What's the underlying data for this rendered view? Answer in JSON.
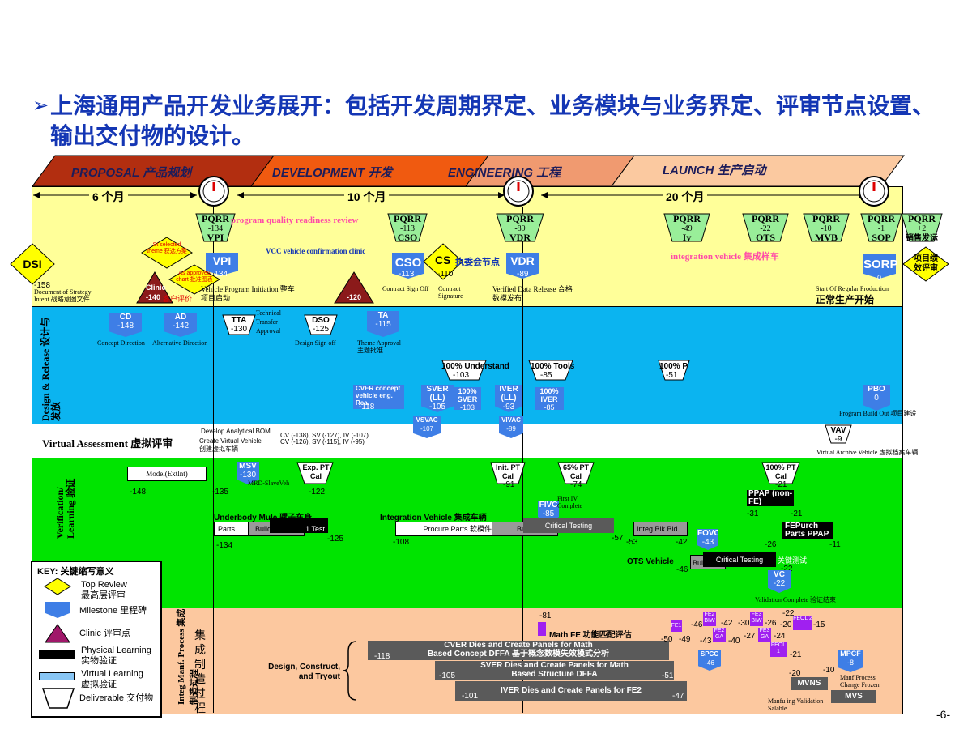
{
  "header": {
    "title": "上海通用产品开发业务展开：包括开发周期界定、业务模块与业务界定、评审节点设置、输出交付物的设计。"
  },
  "phases": [
    {
      "label": "PROPOSAL 产品规划",
      "color": "#b22e10"
    },
    {
      "label": "DEVELOPMENT 开发",
      "color": "#f05a10"
    },
    {
      "label": "ENGINEERING 工程",
      "color": "#f09a70"
    },
    {
      "label": "LAUNCH 生产启动",
      "color": "#fbc9a0"
    }
  ],
  "durations": [
    "6 个月",
    "10 个月",
    "20 个月"
  ],
  "top": {
    "quality_note": "program quality readiness review",
    "vcc_note": "VCC vehicle confirmation clinic",
    "integration_note": "integration vehicle 集成样车",
    "cs_note": "执委会节点",
    "pqrr": [
      {
        "n": "-134",
        "code": "VPI"
      },
      {
        "n": "-113",
        "code": "CSO"
      },
      {
        "n": "-89",
        "code": "VDR"
      },
      {
        "n": "-49",
        "code": "Iv"
      },
      {
        "n": "-22",
        "code": "OTS"
      },
      {
        "n": "-10",
        "code": "MVB"
      },
      {
        "n": "-1",
        "code": "SOP"
      },
      {
        "n": "+2",
        "code": "销售发运"
      }
    ],
    "dsi": "DSI",
    "dsi_num": "-158",
    "dsi_text": "Document of Strategy Intent 战略意图文件",
    "theme": "St selected theme 获选方案",
    "approved": "As approved chart 批准图表",
    "clinic": "Clinic",
    "clinic_num": "-140",
    "clinic_cn": "客户评价",
    "clinic2_num": "-120",
    "vpi": "VPI",
    "vpi_num": "-134",
    "vpi_text": "Vehicle Program Initiation 整车项目启动",
    "cso": "CSO",
    "cso_num": "-113",
    "cso_text": "Contract Sign Off",
    "cs": "CS",
    "cs_num": "-110",
    "cs_text": "Contract Signature",
    "vdr": "VDR",
    "vdr_num": "-89",
    "vdr_text": "Verified Data Release 合格数模发布",
    "sorp": "SORP",
    "sorp_num": "0",
    "sorp_text": "Start Of Regular Production",
    "sorp_cn": "正常生产开始",
    "perf": "项目绩效评审",
    "pqrr_word": "PQRR"
  },
  "design": {
    "row_label": "Design & Release 设计与发放",
    "cd": "CD",
    "cd_num": "-148",
    "cd_text": "Concept Direction",
    "ad": "AD",
    "ad_num": "-142",
    "ad_text": "Alternative Direction",
    "tta": "TTA",
    "tta_num": "-130",
    "tta_text": "Technical Transfer Approval",
    "dso": "DSO",
    "dso_num": "-125",
    "dso_text": "Design Sign off",
    "ta": "TA",
    "ta_num": "-115",
    "ta_text": "Theme Approval 主题批准",
    "u100": "100% Understand",
    "u100_num": "-103",
    "t100": "100% Tools",
    "t100_num": "-85",
    "p100": "100% P",
    "p100_num": "-51",
    "cver": "CVER concept vehicle eng. Rea.",
    "cver_num": "-118",
    "sver": "SVER (LL)",
    "sver_num": "-105",
    "sver100": "100% SVER",
    "sver100_num": "-103",
    "iver": "IVER (LL)",
    "iver_num": "-93",
    "iver100": "100% IVER",
    "iver100_num": "-85",
    "pbo": "PBO",
    "pbo_num": "0",
    "pbo_text": "Program Build Out 项目建设"
  },
  "virtual": {
    "row_label": "Virtual Assessment 虚拟评审",
    "bom": "Develop Analytical BOM",
    "cvv": "Create Virtual Vehicle",
    "cvv_cn": "创建虚拟车辆",
    "cv1": "CV (-138), SV (-127), IV (-107)",
    "cv2": "CV (-126), SV (-115), IV (-95)",
    "vsvac": "VSVAC",
    "vsvac_num": "-107",
    "vivac": "VIVAC",
    "vivac_num": "-89",
    "vav": "VAV",
    "vav_num": "-9",
    "vav_text": "Virtual Archive Vehicle 虚拟档案车辆"
  },
  "verify": {
    "row_label": "Verification/ Learning 验证",
    "model": "Model(Extlnt)",
    "model_num": "-148",
    "msv": "MSV",
    "msv_num": "-130",
    "msv_text": "MRD-SlaveVeh",
    "n135": "-135",
    "exp": "Exp. PT Cal",
    "exp_num": "-122",
    "init": "Init. PT Cal",
    "init_num": "-91",
    "p65": "65% PT Cal",
    "p65_num": "-74",
    "p100": "100% PT Cal",
    "p100_num": "-21",
    "fivc": "FIVC",
    "fivc_num": "-85",
    "fivc_text": "First IV Complete",
    "ppap": "PPAP (non-FE)",
    "ppap_num": "-31",
    "ppap_num2": "-21",
    "mule": "Underbody Mule 骡子车身",
    "parts": "Parts",
    "build": "Build",
    "test": "1 Test",
    "n125": "-125",
    "n134": "-134",
    "integ": "Integration Vehicle 集成车辆",
    "procure": "Procure Parts 软模件",
    "build2": "Build",
    "crit": "Critical Testing",
    "n108": "-108",
    "n57": "-57",
    "integblk": "Integ Blk Bld",
    "n53": "-53",
    "n42": "-42",
    "fovc": "FOVC",
    "fovc_num": "-43",
    "fe": "FE",
    "purch": "Purch",
    "ppap2": "Parts PPAP",
    "n26": "-26",
    "n11": "-11",
    "ots": "OTS Vehicle",
    "n46": "-46",
    "build3": "Build",
    "crit2": "Critical Testing",
    "crit2_cn": "关键测试",
    "n22": "-22",
    "vc": "VC",
    "vc_num": "-22",
    "vc_text": "Validation Complete 验证结束"
  },
  "manf": {
    "row_label": "Integ Manf. Process 集成制造过程",
    "n81": "-81",
    "mathfe": "Math FE 功能匹配评估",
    "design": "Design, Construct, and Tryout",
    "cver1": "CVER Dies and Create Panels for Math",
    "cver2": "Based Concept DFFA 基于概念数模失效模式分析",
    "sver1": "SVER Dies and Create Panels for Math",
    "sver2": "Based Structure DFFA",
    "iver1": "IVER Dies and Create Panels for FE2",
    "n118": "-118",
    "n105": "-105",
    "n51": "-51",
    "n101": "-101",
    "n47": "-47",
    "fe1": "FE1",
    "fe2biw": "FE2 BIW",
    "fe2ga": "FE2 GA",
    "fe3biw": "FE3 BIW",
    "fe3ga": "FE3 GA",
    "feol1": "FEOL 1",
    "feol2": "FEOL 2",
    "n50": "-50",
    "n49": "-49",
    "n46": "-46",
    "n43": "-43",
    "n42": "-42",
    "n40": "-40",
    "n30": "-30",
    "n27": "-27",
    "n26": "-26",
    "n24": "-24",
    "n20": "-20",
    "n21": "-21",
    "n22": "-22",
    "n15": "-15",
    "spcc": "SPCC",
    "spcc_num": "-46",
    "mpcf": "MPCF",
    "mpcf_num": "-8",
    "mpcf_text": "Manf Process Change Frozen",
    "mvns": "MVNS",
    "mvs": "MVS",
    "n20b": "-20",
    "n10": "-10",
    "mvns_text": "Manfu ing Validation Salable"
  },
  "key": {
    "title": "KEY: 关键缩写意义",
    "items": [
      {
        "en": "Top Review",
        "cn": "最高层评审"
      },
      {
        "en": "Milestone 里程碑",
        "cn": ""
      },
      {
        "en": "Clinic 评审点",
        "cn": ""
      },
      {
        "en": "Physical Learning",
        "cn": "实物验证"
      },
      {
        "en": "Virtual Learning",
        "cn": "虚拟验证"
      },
      {
        "en": "Deliverable 交付物",
        "cn": ""
      }
    ]
  },
  "page_no": "-6-"
}
